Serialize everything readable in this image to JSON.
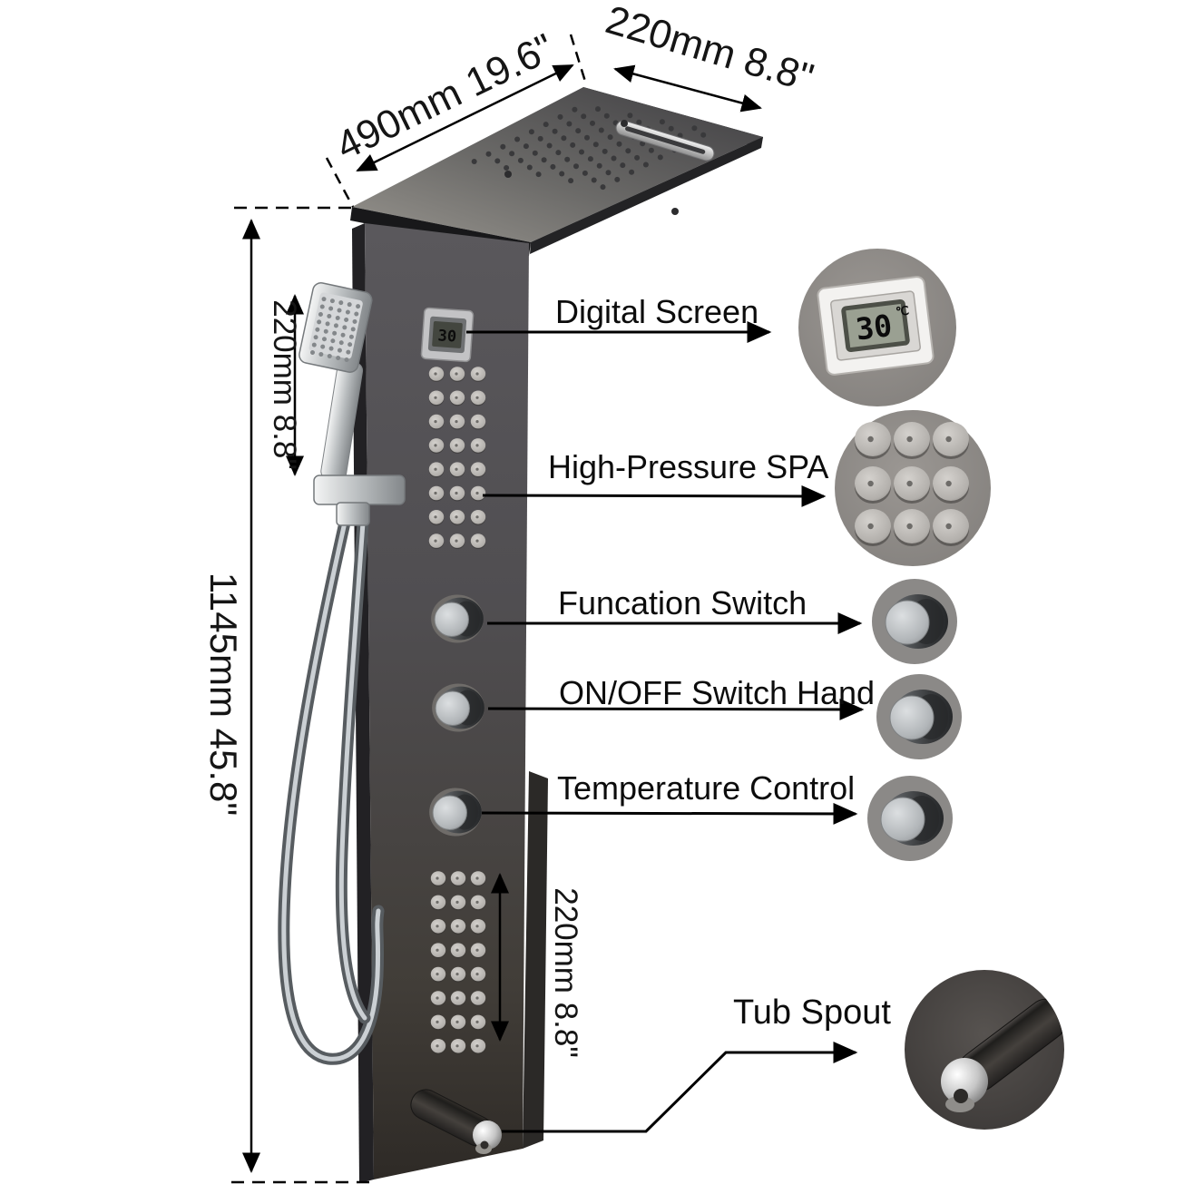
{
  "product": "shower-panel-annotated-diagram",
  "dimensions": {
    "top_length": "490mm 19.6\"",
    "top_depth": "220mm 8.8\"",
    "hand_shower": "220mm 8.8\"",
    "panel_height": "1145mm 45.8\"",
    "lower_jets": "220mm 8.8\""
  },
  "callouts": {
    "digital_screen": "Digital Screen",
    "high_pressure_spa": "High-Pressure SPA",
    "function_switch": "Funcation Switch",
    "on_off_switch": "ON/OFF Switch Hand",
    "temperature_control": "Temperature Control",
    "tub_spout": "Tub Spout"
  },
  "display": {
    "temperature_value": "30",
    "temperature_unit": "℃"
  },
  "colors": {
    "background": "#ffffff",
    "panel": "#4c4a4d",
    "panel_dark": "#332f2b",
    "shelf": "#6b6967",
    "chrome": "#c9ccce",
    "lcd": "#9aa092",
    "annotation_line": "#000000"
  }
}
